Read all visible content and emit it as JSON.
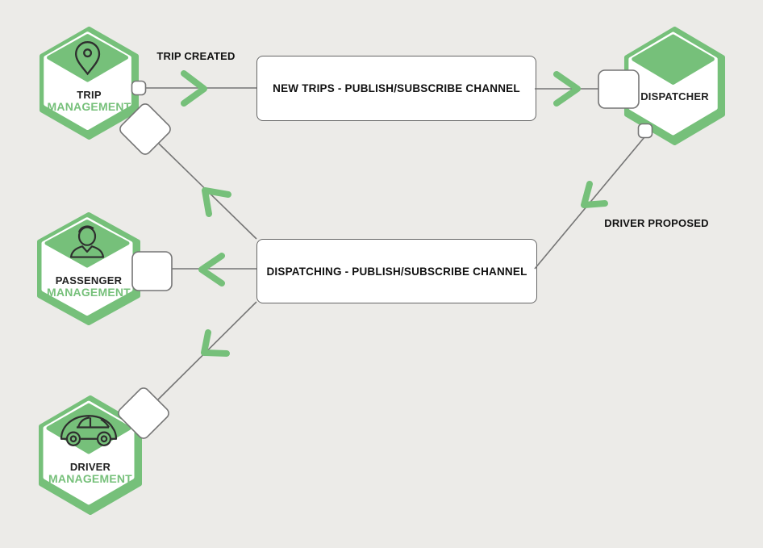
{
  "colors": {
    "green": "#76C07A",
    "line_gray": "#757575",
    "box_border": "#666666",
    "background": "#ECEBE8",
    "text_dark": "#111111"
  },
  "nodes": {
    "trip": {
      "line1": "TRIP",
      "line2": "MANAGEMENT",
      "icon": "location-pin-icon"
    },
    "passenger": {
      "line1": "PASSENGER",
      "line2": "MANAGEMENT",
      "icon": "person-icon"
    },
    "driver": {
      "line1": "DRIVER",
      "line2": "MANAGEMENT",
      "icon": "car-icon"
    },
    "dispatcher": {
      "label": "DISPATCHER"
    }
  },
  "channels": {
    "new_trips": {
      "label": "NEW TRIPS - PUBLISH/SUBSCRIBE CHANNEL"
    },
    "dispatching": {
      "label": "DISPATCHING - PUBLISH/SUBSCRIBE CHANNEL"
    }
  },
  "edge_labels": {
    "trip_created": "TRIP CREATED",
    "driver_proposed": "DRIVER PROPOSED"
  }
}
